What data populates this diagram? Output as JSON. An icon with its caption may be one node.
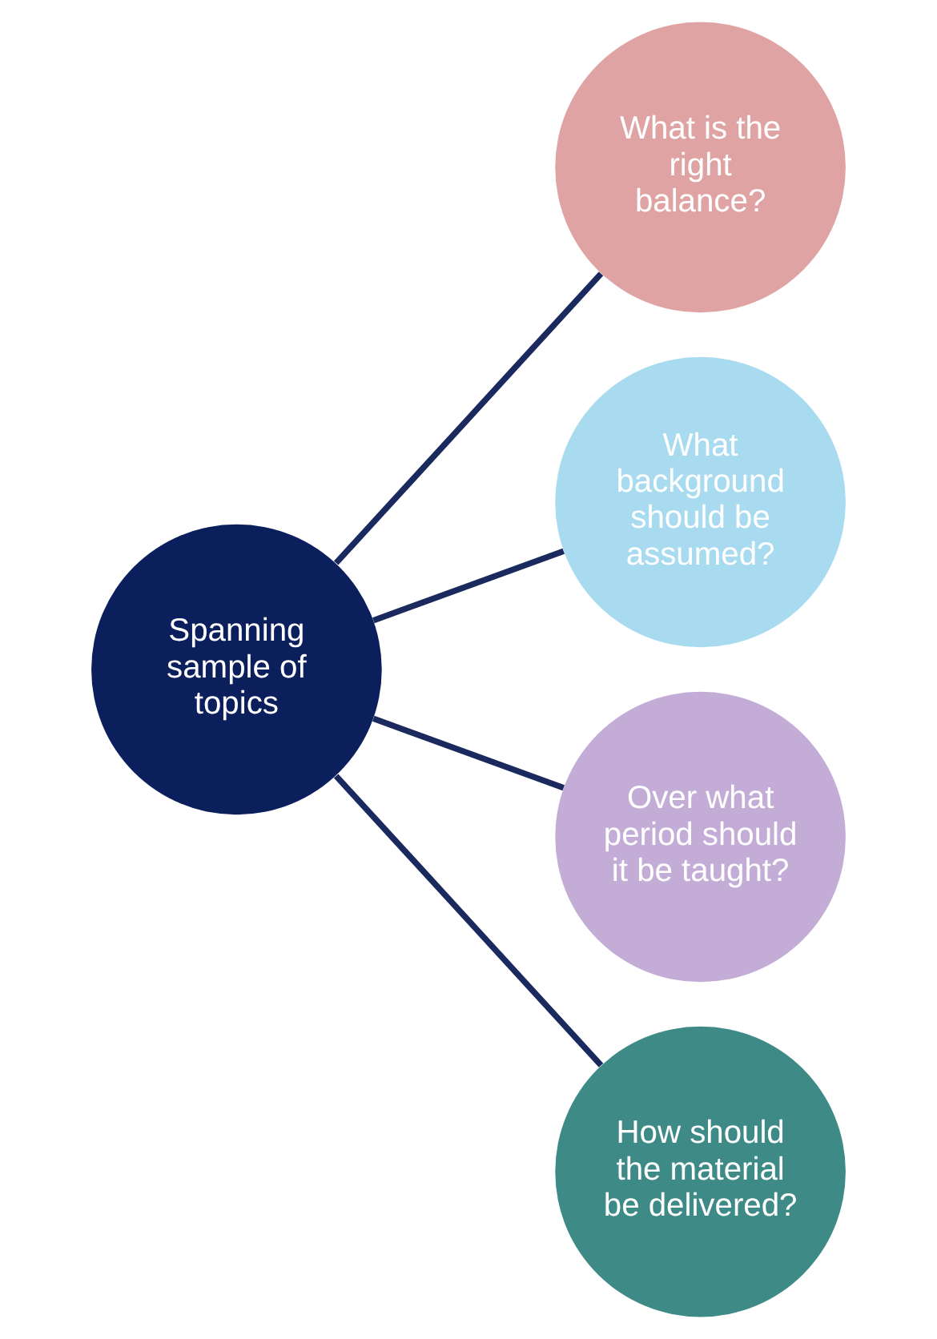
{
  "diagram": {
    "nodes": [
      {
        "text": [
          "What is the right balance?"
        ]
      },
      {
        "text": [
          "What background should be assumed?"
        ]
      },
      {
        "text": [
          "Spanning sample of topics"
        ]
      },
      {
        "text": [
          "Over what period should it be taught?"
        ]
      },
      {
        "text": [
          "How should the material be delivered?"
        ]
      }
    ],
    "edges": [
      {
        "from": 2,
        "to": 0,
        "arrow": "none"
      },
      {
        "from": 2,
        "to": 1,
        "arrow": "none"
      },
      {
        "from": 2,
        "to": 3,
        "arrow": "none"
      },
      {
        "from": 2,
        "to": 4,
        "arrow": "none"
      }
    ]
  }
}
